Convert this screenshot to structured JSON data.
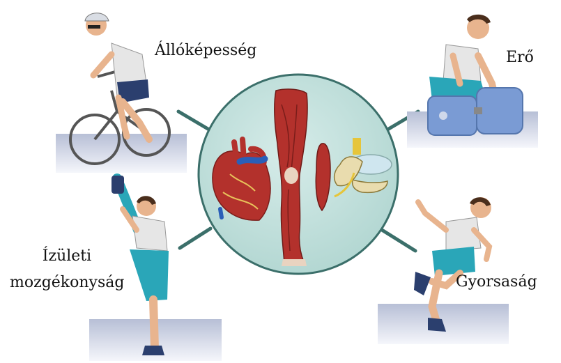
{
  "labels": {
    "endurance": "Állóképesség",
    "strength": "Erő",
    "flexibility_line1": "Ízületi",
    "flexibility_line2": "mozgékonyság",
    "speed": "Gyorsaság"
  },
  "colors": {
    "circle_fill": "#bfe0dc",
    "circle_stroke": "#3b6f6a",
    "connector": "#3b6f6a",
    "platform_top": "#c8cfe0",
    "platform_bottom": "#f4f5fa",
    "muscle": "#b3312c",
    "skin": "#e8b48e",
    "shorts": "#2aa6b8"
  },
  "icons": [
    "heart-icon",
    "leg-muscles-icon",
    "vertebra-icon",
    "cyclist-icon",
    "weightlifter-icon",
    "stretching-person-icon",
    "runner-icon"
  ]
}
